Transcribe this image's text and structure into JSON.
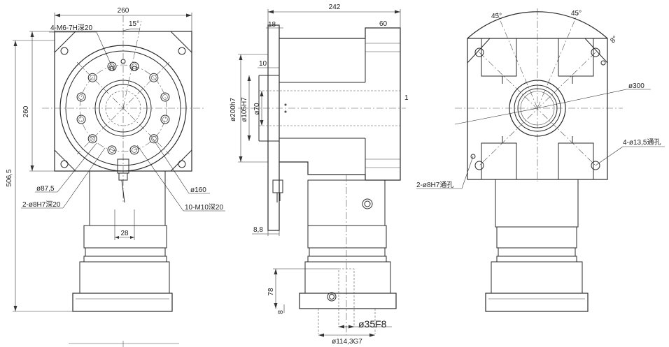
{
  "front_view": {
    "dim_width": "260",
    "dim_height": "260",
    "dim_total_height": "506,5",
    "callout_tapped": "4-M6-7H深20",
    "callout_angle": "15°",
    "callout_d87": "ø87,5",
    "callout_pin": "2-ø8H7深20",
    "callout_d160": "ø160",
    "callout_m10": "10-M10深20",
    "dim_key": "28"
  },
  "side_view": {
    "dim_length": "242",
    "dim_flange": "18",
    "dim_60": "60",
    "dim_10": "10",
    "dim_d200": "ø200h7",
    "dim_d105": "ø105H7",
    "dim_d70": "ø70",
    "dim_1": "1",
    "dim_88": "8,8",
    "dim_78": "78",
    "dim_8": "8",
    "dim_shaft": "ø35F8",
    "dim_bore": "ø114,3G7"
  },
  "rear_view": {
    "angle_left": "45°",
    "angle_right": "45°",
    "angle_small": "8°",
    "callout_d300": "ø300",
    "callout_holes": "4-ø13,5通孔",
    "callout_pins": "2-ø8H7通孔"
  }
}
